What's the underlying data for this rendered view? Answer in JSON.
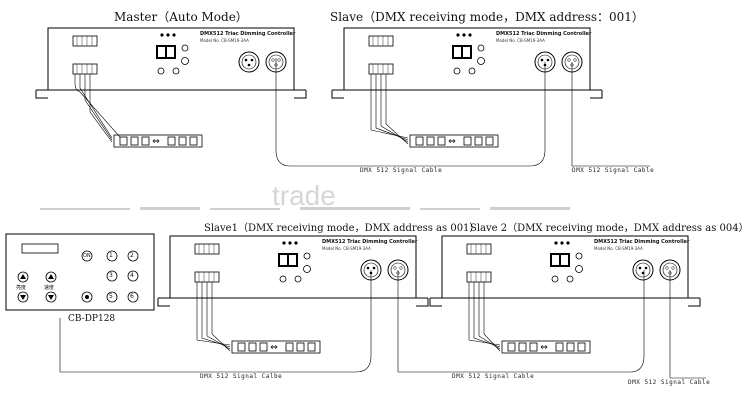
{
  "captions": {
    "master": "Master（Auto Mode）",
    "slave_top": "Slave（DMX receiving mode，DMX address：001）",
    "slave1": "Slave1（DMX receiving mode，DMX address as 001）",
    "slave2": "Slave 2（DMX receiving mode，DMX address as 004）",
    "console": "CB-DP128"
  },
  "controller": {
    "title": "DMX512 Triac Dimming Controller",
    "model": "Model No. CB-SM19-3AA"
  },
  "cables": {
    "top": "DMX 512 Signal Cable",
    "top_right": "DMX 512 Signal Cable",
    "bottom_left": "DMX 512 Signal Calbe",
    "bottom_mid": "DMX 512 Signal Cable",
    "bottom_right": "DMX 512 Signal Cable"
  },
  "console_keys": {
    "numbers": [
      "1",
      "2",
      "3",
      "4",
      "5",
      "6"
    ],
    "left_label": "亮度",
    "right_label": "速度",
    "dot_key": "ON"
  },
  "watermark": "trade"
}
